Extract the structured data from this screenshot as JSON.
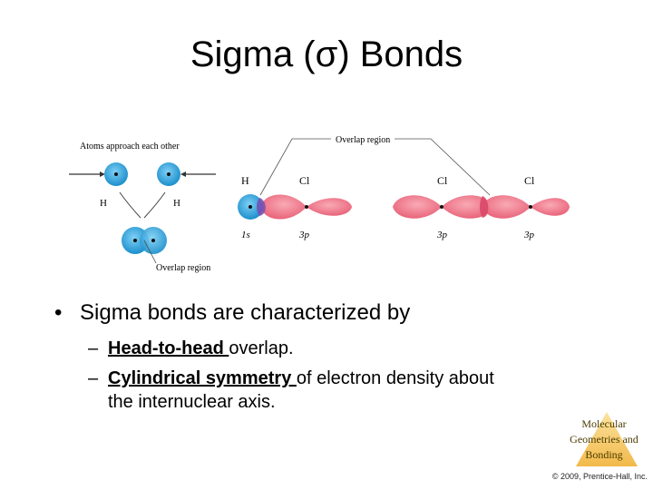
{
  "slide": {
    "title": "Sigma (σ) Bonds",
    "figure": {
      "atoms_approach": "Atoms approach each other",
      "overlap_region": "Overlap region",
      "h_left": "H",
      "h_right": "H",
      "overlap_region_bottom": "Overlap region",
      "label_h": "H",
      "label_cl_1": "Cl",
      "label_cl_2": "Cl",
      "label_cl_3": "Cl",
      "label_1s": "1s",
      "label_3p_1": "3p",
      "label_3p_2": "3p",
      "label_3p_3": "3p",
      "colors": {
        "s_orbital": "#2aa4dc",
        "p_orbital": "#f07a8a",
        "overlap": "#d9486a"
      }
    },
    "bullet": "Sigma bonds are characterized by",
    "subs": [
      {
        "bold": "Head-to-head ",
        "rest": "overlap."
      },
      {
        "bold": "Cylindrical symmetry ",
        "rest": "of electron density about",
        "continuation": "the internuclear axis."
      }
    ],
    "footer_label": "Molecular Geometries and Bonding",
    "copyright": "© 2009, Prentice-Hall, Inc."
  }
}
